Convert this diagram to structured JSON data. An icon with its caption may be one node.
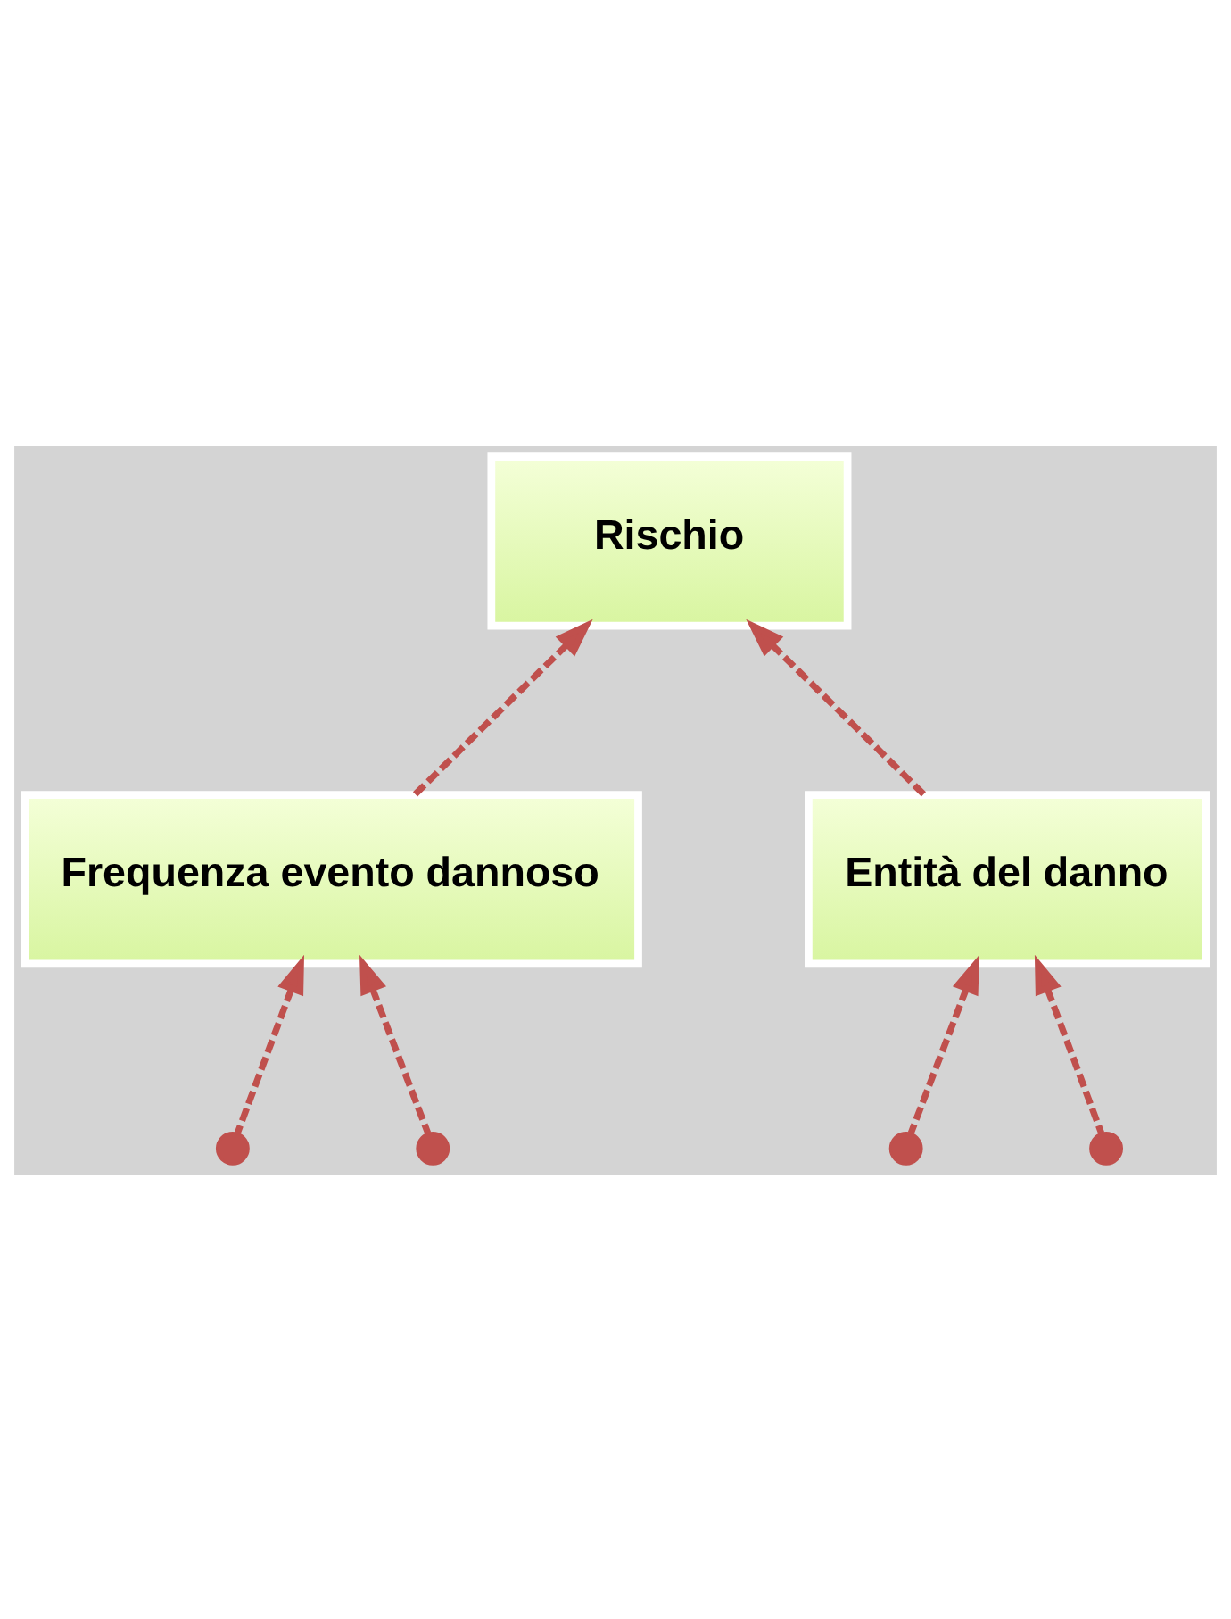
{
  "diagram": {
    "nodes": [
      {
        "text": [
          "Rischio"
        ]
      },
      {
        "text": [
          "Entità del danno"
        ]
      },
      {
        "text": [
          "Frequenza evento dannoso"
        ]
      },
      {
        "text": [],
        "shape": "circle"
      },
      {
        "text": [],
        "shape": "circle"
      },
      {
        "text": [],
        "shape": "circle"
      },
      {
        "text": [],
        "shape": "circle"
      }
    ],
    "edges": [
      {
        "from": 2,
        "to": 0,
        "arrow": "to",
        "style": "dashed",
        "color": "#c0504d"
      },
      {
        "from": 1,
        "to": 0,
        "arrow": "to",
        "style": "dashed",
        "color": "#c0504d"
      },
      {
        "from": 3,
        "to": 2,
        "arrow": "to",
        "style": "dashed",
        "color": "#c0504d"
      },
      {
        "from": 4,
        "to": 2,
        "arrow": "to",
        "style": "dashed",
        "color": "#c0504d"
      },
      {
        "from": 5,
        "to": 1,
        "arrow": "to",
        "style": "dashed",
        "color": "#c0504d"
      },
      {
        "from": 6,
        "to": 1,
        "arrow": "to",
        "style": "dashed",
        "color": "#c0504d"
      }
    ]
  }
}
